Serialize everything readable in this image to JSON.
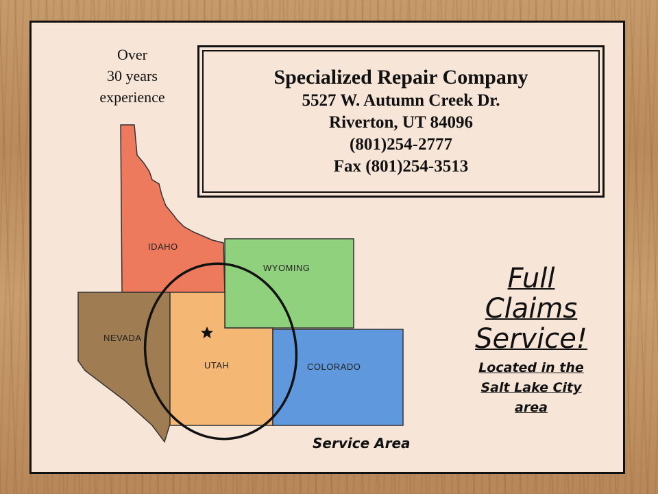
{
  "experience": {
    "line1": "Over",
    "line2": "30 years",
    "line3": "experience"
  },
  "company": {
    "name": "Specialized Repair Company",
    "street": "5527 W. Autumn Creek Dr.",
    "city": "Riverton, UT 84096",
    "phone": "(801)254-2777",
    "fax": "Fax (801)254-3513"
  },
  "map": {
    "states": {
      "idaho": {
        "label": "IDAHO",
        "color": "#ee7a5e"
      },
      "wyoming": {
        "label": "WYOMING",
        "color": "#8fd17c"
      },
      "nevada": {
        "label": "NEVADA",
        "color": "#a07c52"
      },
      "utah": {
        "label": "UTAH",
        "color": "#f5b874"
      },
      "colorado": {
        "label": "COLORADO",
        "color": "#5f98dc"
      }
    },
    "marker_icon": "star-icon",
    "service_area_label": "Service Area"
  },
  "claims": {
    "line1": "Full",
    "line2": "Claims",
    "line3": "Service!",
    "sub1": "Located in the",
    "sub2": "Salt Lake City",
    "sub3": "area"
  },
  "colors": {
    "panel_background": "#f7e5d8",
    "frame": "#111111",
    "wood": "#c79a6b"
  }
}
